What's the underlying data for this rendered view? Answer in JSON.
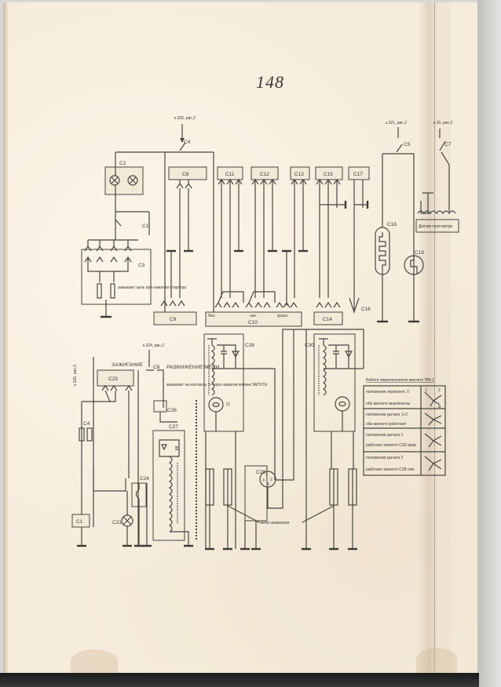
{
  "page": {
    "number": "148",
    "colors": {
      "paper": "#f6ecdc",
      "ink": "#4a4540",
      "bottom_bar": "#1a1a1a"
    }
  },
  "references": {
    "c4_ref": "к.326, рис.2",
    "c5_ref": "к.321, рис.2",
    "c7_ref": "к.15, рис.3",
    "c6_ref": "к.324, рис.2",
    "c23_ref": "к.320, рис.2"
  },
  "components": {
    "c1": "С1",
    "c2": "С2",
    "c3": "С3",
    "c4_top": "С4",
    "c4_bottom": "С4",
    "c5": "С5",
    "c6": "С6",
    "c7": "С7",
    "c8": "С8",
    "c9": "С9",
    "c10": "С10",
    "c11": "С11",
    "c12": "С12",
    "c13": "С13",
    "c14": "С14",
    "c15": "С15",
    "c16": "С16",
    "c17": "С17",
    "c18": "С18",
    "c19": "С19",
    "c21": "С21",
    "c23": "С23",
    "c24": "С24",
    "c26": "С26",
    "c27": "С27",
    "c28": "С28",
    "c29": "С29",
    "c30": "С30",
    "c27_cap": "С",
    "c1_switch": "С1",
    "p": "П"
  },
  "labels": {
    "c3_note": "замыкает цепь при нажатии стартера",
    "c10_bel": "бел.",
    "c10_sin": "син.",
    "c10_krasn": "красн.",
    "ignition": "ЗАЖИГАНИЕ",
    "mixture": "РАЗЖИЖЕНИЕ МЕСИ",
    "c26_note": "замыкает на контакты 3-4 при нажатии кнопки ЗАПУСК",
    "spark_plugs": "свечи зажигания",
    "c7_box_note": "Датчик тахо-метра",
    "c29_pins": [
      "1",
      "2",
      "3",
      "4"
    ]
  },
  "switch_table": {
    "title": "Работа переключателя магнето ПМ-1",
    "rows": [
      {
        "position": "положение переключ. 0",
        "state": "оба магнето выключены"
      },
      {
        "position": "положение рычага 1+2",
        "state": "оба магнето работают"
      },
      {
        "position": "положение рычага 1",
        "state": "работает магнето С30 прав."
      },
      {
        "position": "положение рычага 2",
        "state": "работает магнето С28 лев."
      }
    ],
    "pin_labels": [
      "1",
      "2",
      "м"
    ]
  }
}
